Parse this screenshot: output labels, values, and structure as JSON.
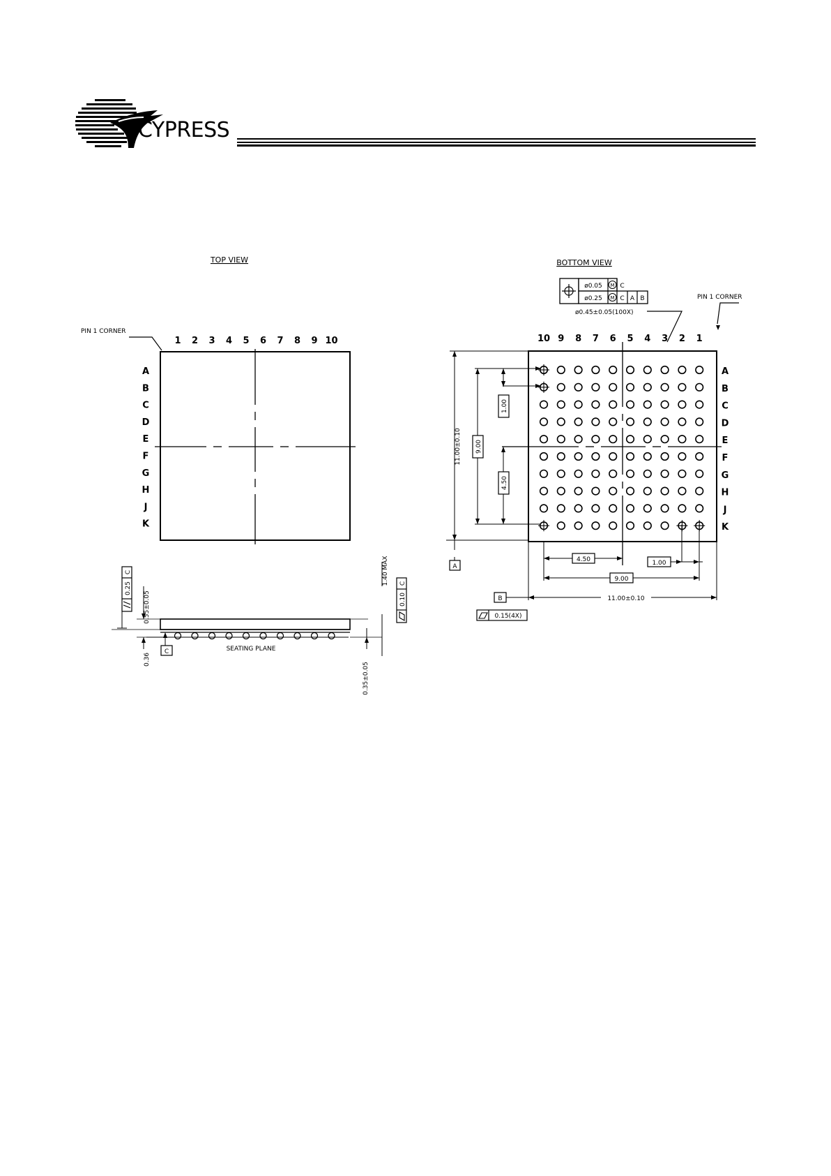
{
  "logo": {
    "brand": "CYPRESS",
    "icon": "cypress-tree-logo"
  },
  "top_view": {
    "title": "TOP VIEW",
    "pin1_label": "PIN 1 CORNER",
    "columns": [
      "1",
      "2",
      "3",
      "4",
      "5",
      "6",
      "7",
      "8",
      "9",
      "10"
    ],
    "rows": [
      "A",
      "B",
      "C",
      "D",
      "E",
      "F",
      "G",
      "H",
      "J",
      "K"
    ]
  },
  "bottom_view": {
    "title": "BOTTOM VIEW",
    "pin1_label": "PIN 1 CORNER",
    "columns": [
      "10",
      "9",
      "8",
      "7",
      "6",
      "5",
      "4",
      "3",
      "2",
      "1"
    ],
    "rows": [
      "A",
      "B",
      "C",
      "D",
      "E",
      "F",
      "G",
      "H",
      "J",
      "K"
    ],
    "ball_diameter": "ø0.45±0.05(100X)",
    "tolerance_frame": {
      "row1": {
        "value": "ø0.05",
        "modifier": "M",
        "datums": [
          "C"
        ]
      },
      "row2": {
        "value": "ø0.25",
        "modifier": "M",
        "datums": [
          "C",
          "A",
          "B"
        ]
      }
    },
    "dimensions": {
      "body_height": "11.00±0.10",
      "body_width": "11.00±0.10",
      "pitch_vertical": "1.00",
      "array_height": "9.00",
      "half_height": "4.50",
      "half_width": "4.50",
      "array_width": "9.00",
      "pitch_horizontal": "1.00"
    },
    "datum_a": "A",
    "datum_b": "B",
    "flatness": {
      "value": "0.15(4X)"
    }
  },
  "side_view": {
    "parallelism_value": "0.25",
    "parallelism_datum": "C",
    "ball_height": "0.55±0.05",
    "standoff": "0.36",
    "max_height": "1.40 MAX",
    "coplanarity_value": "0.10",
    "coplanarity_datum": "C",
    "body_thickness": "0.35±0.05",
    "seating_plane": "SEATING PLANE",
    "datum_c": "C"
  }
}
